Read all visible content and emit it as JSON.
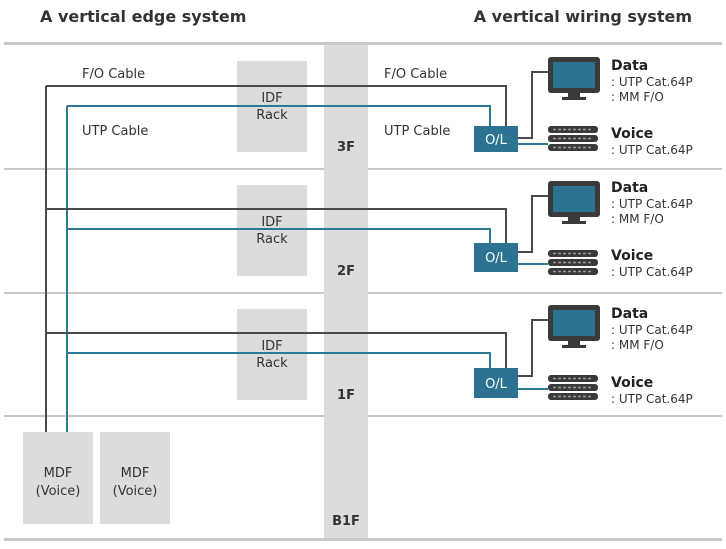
{
  "headings": {
    "left": "A vertical edge system",
    "right": "A vertical wiring system"
  },
  "cable_labels": {
    "fo_left": "F/O Cable",
    "utp_left": "UTP Cable",
    "fo_right": "F/O Cable",
    "utp_right": "UTP Cable"
  },
  "floors": [
    {
      "floor": "3F",
      "idf": [
        "IDF",
        "Rack"
      ],
      "outlet": "O/L",
      "data_title": "Data",
      "data_lines": [
        ": UTP Cat.64P",
        ": MM F/O"
      ],
      "voice_title": "Voice",
      "voice_line": ": UTP Cat.64P"
    },
    {
      "floor": "2F",
      "idf": [
        "IDF",
        "Rack"
      ],
      "outlet": "O/L",
      "data_title": "Data",
      "data_lines": [
        ": UTP Cat.64P",
        ": MM F/O"
      ],
      "voice_title": "Voice",
      "voice_line": ": UTP Cat.64P"
    },
    {
      "floor": "1F",
      "idf": [
        "IDF",
        "Rack"
      ],
      "outlet": "O/L",
      "data_title": "Data",
      "data_lines": [
        ": UTP Cat.64P",
        ": MM F/O"
      ],
      "voice_title": "Voice",
      "voice_line": ": UTP Cat.64P"
    }
  ],
  "basement": {
    "floor": "B1F",
    "mdf_boxes": [
      [
        "MDF",
        "(Voice)"
      ],
      [
        "MDF",
        "(Voice)"
      ]
    ]
  },
  "colors": {
    "fiber_line": "#4a4a4a",
    "utp_line": "#2c7a99",
    "outlet_fill": "#2c7391",
    "monitor_screen": "#2c7391",
    "box_fill": "#dcdcdc",
    "shaft_fill": "#dcdcdc",
    "divider": "#c8c8c8",
    "text": "#333333"
  }
}
